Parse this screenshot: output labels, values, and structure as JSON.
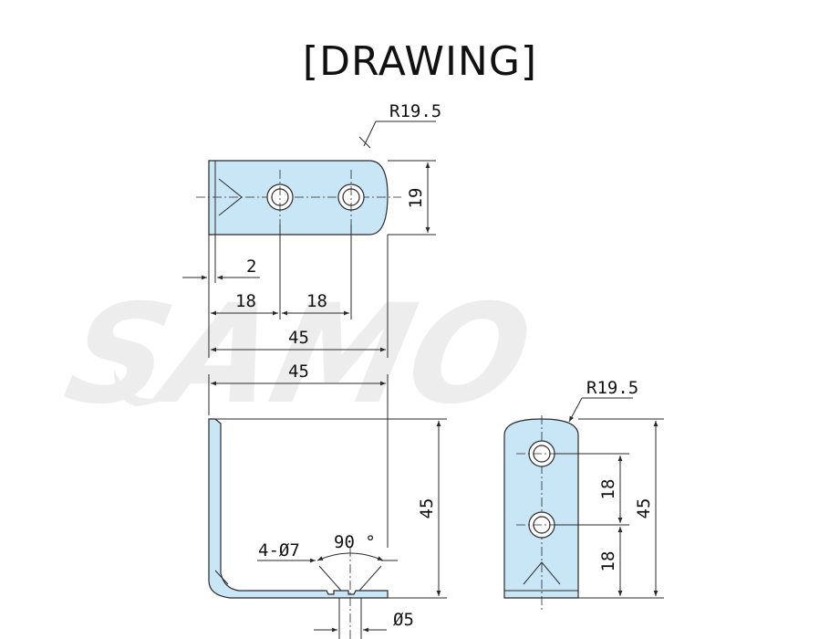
{
  "title": "[DRAWING]",
  "watermark": "SAMO",
  "colors": {
    "part_fill": "#c9e6f7",
    "line": "#2a2a2a",
    "watermark": "#ededed"
  },
  "top_view": {
    "radius_label": "R19.5",
    "height_label": "19",
    "offset_label": "2",
    "spacing_1": "18",
    "spacing_2": "18",
    "overall_width": "45"
  },
  "side_view": {
    "width_label": "45",
    "height_label": "45",
    "hole_label": "4-Ø7",
    "angle_label": "90 °",
    "inner_diameter": "Ø5"
  },
  "end_view": {
    "radius_label": "R19.5",
    "spacing_1": "18",
    "spacing_2": "18",
    "height_label": "45"
  }
}
